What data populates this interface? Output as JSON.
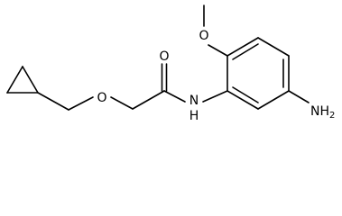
{
  "atoms": {
    "ether_oxygen": "O",
    "carbonyl_oxygen": "O",
    "methoxy_oxygen": "O",
    "amide_nitrogen": "N",
    "amide_hydrogen": "H",
    "amine_group": "NH",
    "amine_subscript": "2"
  },
  "colors": {
    "bond": "#000000",
    "label": "#000000",
    "background": "#ffffff"
  }
}
